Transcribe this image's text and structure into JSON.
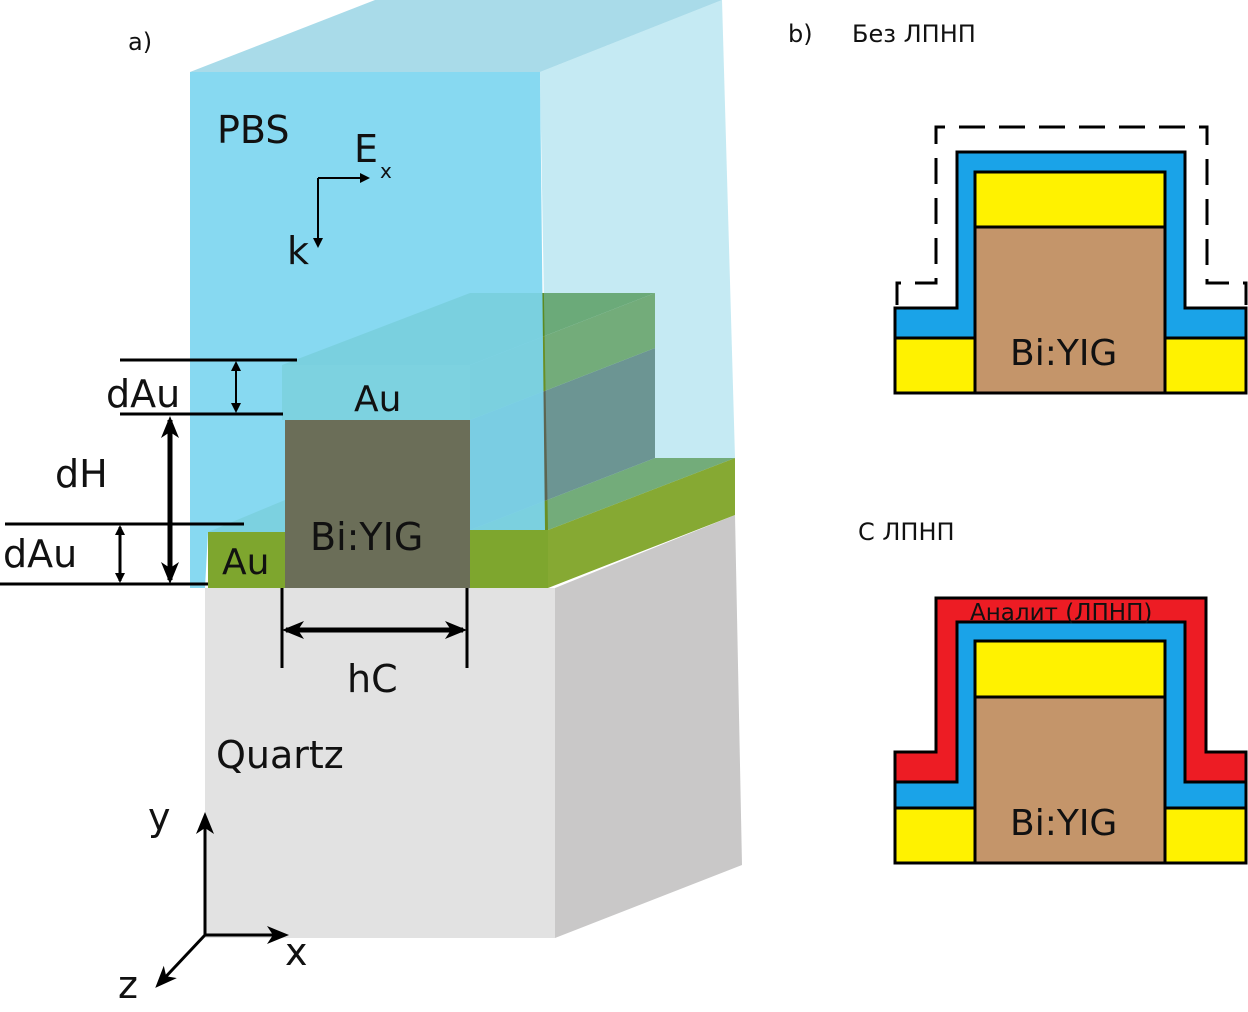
{
  "panel_a": {
    "label": "a)",
    "pbs": "PBS",
    "e_field_main": "E",
    "e_field_sub": "x",
    "wave_vector": "k",
    "au_top": "Au",
    "au_bottom": "Au",
    "core": "Bi:YIG",
    "substrate": "Quartz",
    "dim_dau_top": "dAu",
    "dim_dh": "dH",
    "dim_dau_bottom": "dAu",
    "dim_hc": "hC",
    "axis_y": "y",
    "axis_x": "x",
    "axis_z": "z"
  },
  "panel_b": {
    "label": "b)",
    "title_without": "Без ЛПНП",
    "title_with": "С ЛПНП",
    "core_without": "Bi:YIG",
    "core_with": "Bi:YIG",
    "analyte": "Аналит (ЛПНП)"
  },
  "colors": {
    "pbs": "#7dd6f0",
    "gold_film": "#7ea62e",
    "core_3d": "#6b6e58",
    "quartz_front": "#e2e2e2",
    "quartz_side": "#c9c8c8",
    "biyig": "#c4956a",
    "gold": "#fff200",
    "coating": "#1aa3e8",
    "analyte": "#ed1c24"
  }
}
